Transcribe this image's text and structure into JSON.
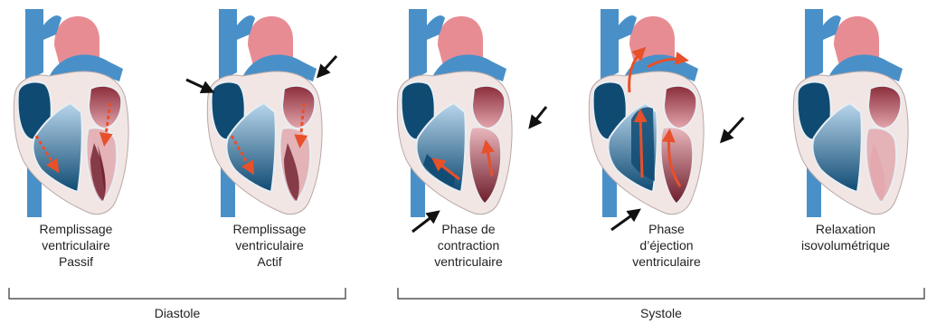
{
  "diagram": {
    "stages": [
      {
        "id": "passive-filling",
        "lines": [
          "Remplissage",
          "ventriculaire",
          "Passif"
        ]
      },
      {
        "id": "active-filling",
        "lines": [
          "Remplissage",
          "ventriculaire",
          "Actif"
        ]
      },
      {
        "id": "isovolumetric-contraction",
        "lines": [
          "Phase de",
          "contraction",
          "ventriculaire"
        ]
      },
      {
        "id": "ejection",
        "lines": [
          "Phase",
          "d’éjection",
          "ventriculaire"
        ]
      },
      {
        "id": "isovolumetric-relaxation",
        "lines": [
          "Relaxation",
          "isovolumétrique"
        ]
      }
    ],
    "phases": [
      {
        "id": "diastole",
        "label": "Diastole"
      },
      {
        "id": "systole",
        "label": "Systole"
      }
    ],
    "colors": {
      "vein_blue": "#4a90c8",
      "light_blue": "#a9cce6",
      "dark_blue": "#0f4a72",
      "aorta_pink": "#e88c94",
      "dark_red": "#6e1e2c",
      "muscle": "#f1e6e4",
      "flow_arrow": "#e8502a",
      "pressure_arrow": "#111111"
    }
  }
}
